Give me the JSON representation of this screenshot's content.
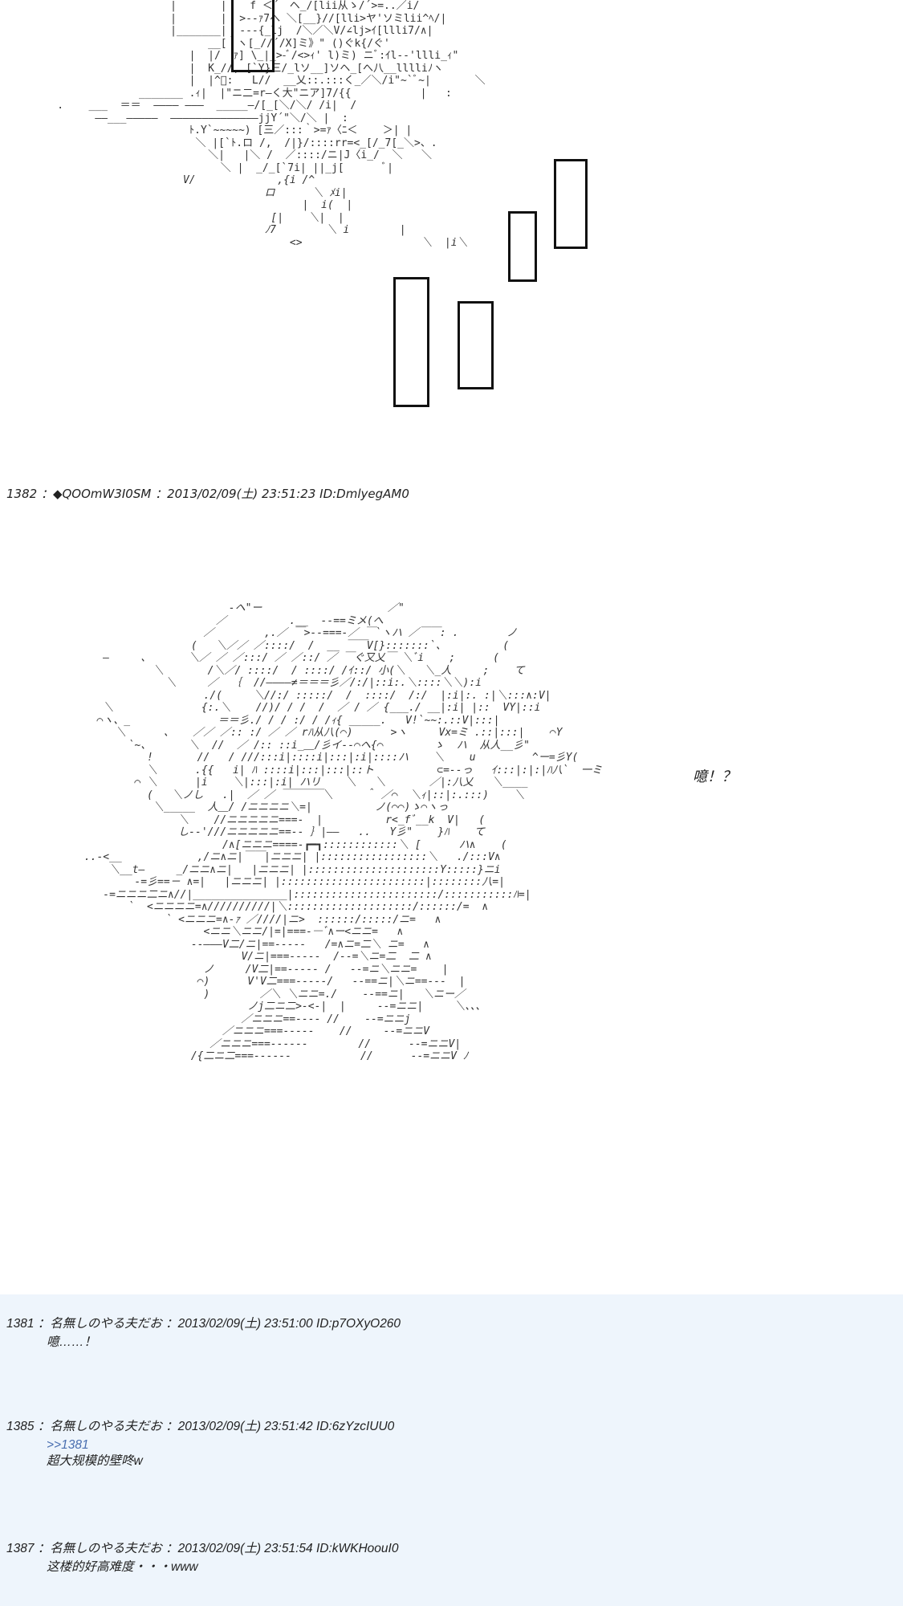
{
  "posts": {
    "p1382": {
      "header": "1382 ：◆QOOmW3I0SM ：2013/02/09(土) 23:51:23 ID:DmlyegAM0",
      "speech": "噫！？"
    }
  },
  "replies": [
    {
      "header": "1381 ：名無しのやる夫だお ：2013/02/09(土) 23:51:00 ID:p7OXyO260",
      "lines": [
        "噫……！"
      ]
    },
    {
      "header": "1385 ：名無しのやる夫だお ：2013/02/09(土) 23:51:42 ID:6zYzcIUU0",
      "quote": ">>1381",
      "lines": [
        "超大规模的壁咚w"
      ]
    },
    {
      "header": "1387 ：名無しのやる夫だお ：2013/02/09(土) 23:51:54 ID:kWKHoouI0",
      "lines": [
        "这楼的好高难度・・・www"
      ]
    }
  ]
}
